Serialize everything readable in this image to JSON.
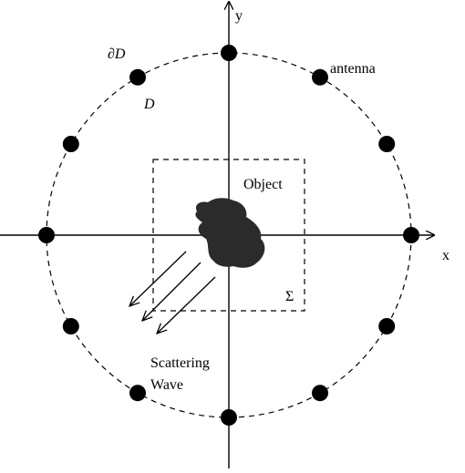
{
  "labels": {
    "y_axis": "y",
    "x_axis": "x",
    "boundary": "∂D",
    "domain": "D",
    "antenna": "antenna",
    "object": "Object",
    "sigma": "Σ",
    "scattering_line1": "Scattering",
    "scattering_line2": "Wave"
  },
  "antennas": {
    "count": 12,
    "angles_deg": [
      90,
      60,
      30,
      0,
      -30,
      -60,
      -90,
      -120,
      -150,
      180,
      150,
      120
    ]
  },
  "colors": {
    "line": "#000000",
    "object_fill": "#2b2b2b",
    "antenna_fill": "#000000"
  }
}
